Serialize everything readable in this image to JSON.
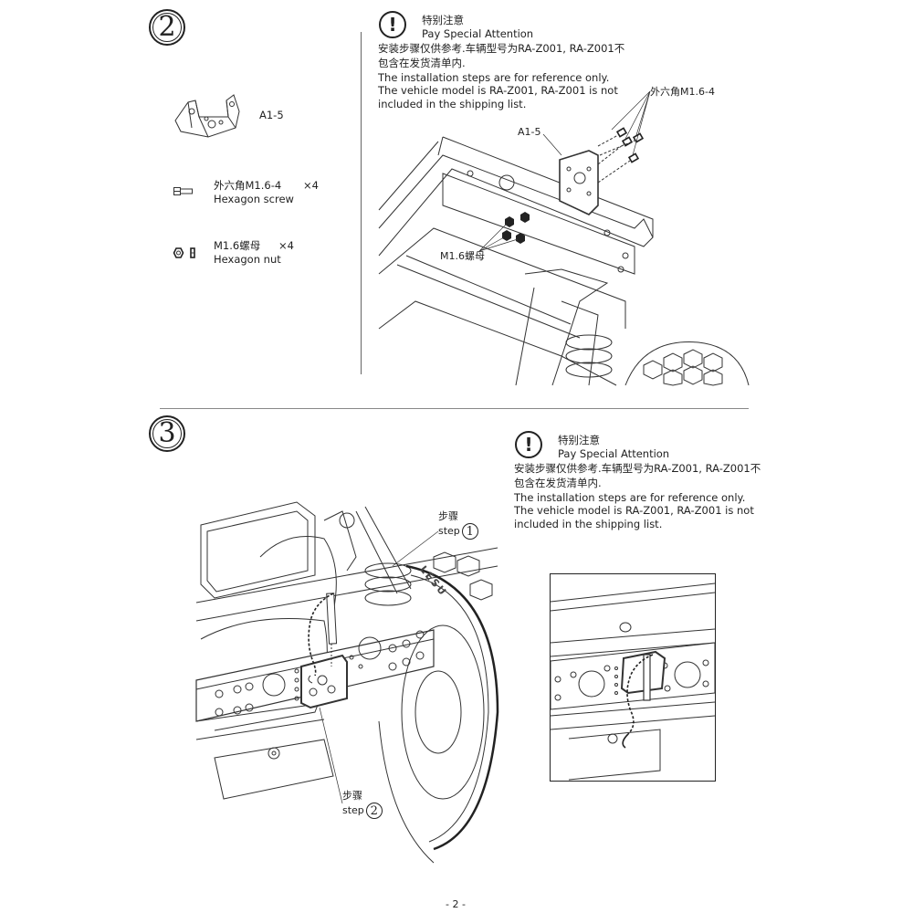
{
  "step2": {
    "number": "2",
    "parts": [
      {
        "id": "A1-5",
        "name": "A1-5",
        "subname": "",
        "qty": ""
      },
      {
        "id": "screw",
        "name": "外六角M1.6-4",
        "subname": "Hexagon screw",
        "qty": "×4"
      },
      {
        "id": "nut",
        "name": "M1.6螺母",
        "subname": "Hexagon nut",
        "qty": "×4"
      }
    ],
    "attention": {
      "title_cn": "特别注意",
      "title_en": "Pay Special Attention",
      "line_cn_1": "安装步骤仅供参考.车辆型号为RA-Z001, RA-Z001不",
      "line_cn_2": "包含在发货清单内.",
      "line_en_1": "The installation steps are for reference only.",
      "line_en_2": "The vehicle model is RA-Z001, RA-Z001 is not",
      "line_en_3": "included in the shipping list."
    },
    "callouts": {
      "screw": "外六角M1.6-4",
      "bracket": "A1-5",
      "nut": "M1.6螺母"
    }
  },
  "step3": {
    "number": "3",
    "attention": {
      "title_cn": "特别注意",
      "title_en": "Pay Special Attention",
      "line_cn_1": "安装步骤仅供参考.车辆型号为RA-Z001, RA-Z001不",
      "line_cn_2": "包含在发货清单内.",
      "line_en_1": "The installation steps are for reference only.",
      "line_en_2": "The vehicle model is RA-Z001, RA-Z001 is not",
      "line_en_3": "included in the shipping list."
    },
    "callouts": {
      "step1_cn": "步骤",
      "step1_en": "step",
      "step1_num": "1",
      "step2_cn": "步骤",
      "step2_en": "step",
      "step2_num": "2"
    },
    "tire_brand": "LESU"
  },
  "footer": {
    "page": "- 2 -"
  }
}
